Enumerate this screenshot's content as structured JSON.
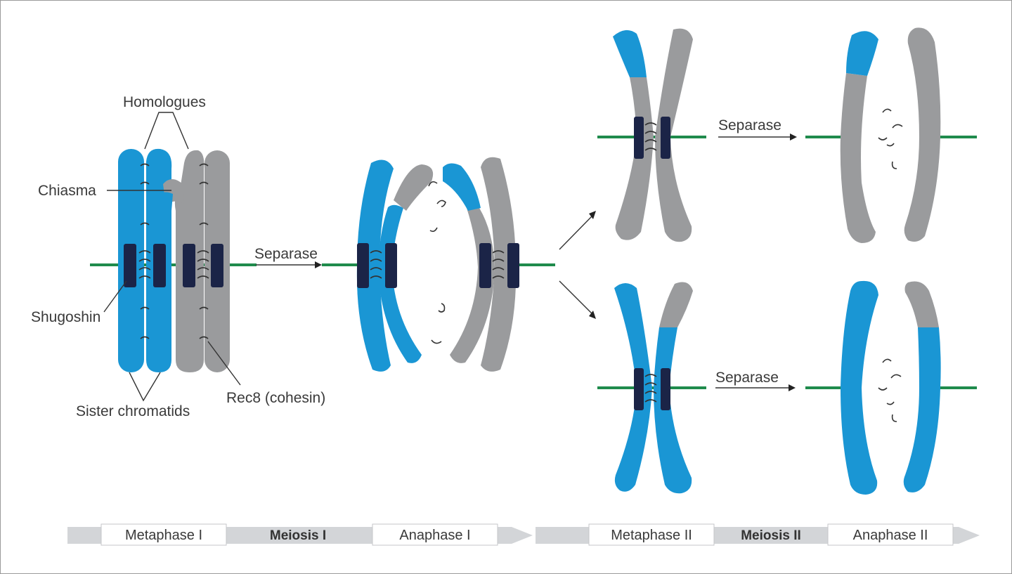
{
  "labels": {
    "homologues": "Homologues",
    "chiasma": "Chiasma",
    "shugoshin": "Shugoshin",
    "sister_chromatids": "Sister chromatids",
    "rec8": "Rec8 (cohesin)",
    "separase_1": "Separase",
    "separase_2": "Separase",
    "separase_3": "Separase"
  },
  "timeline": {
    "metaphase_1": "Metaphase I",
    "meiosis_1": "Meiosis I",
    "anaphase_1": "Anaphase I",
    "metaphase_2": "Metaphase II",
    "meiosis_2": "Meiosis II",
    "anaphase_2": "Anaphase II"
  },
  "colors": {
    "chromatid_blue": "#1a96d4",
    "chromatid_grey": "#9a9b9d",
    "spindle_green": "#1f8b4c",
    "shugoshin_navy": "#1b2447"
  }
}
